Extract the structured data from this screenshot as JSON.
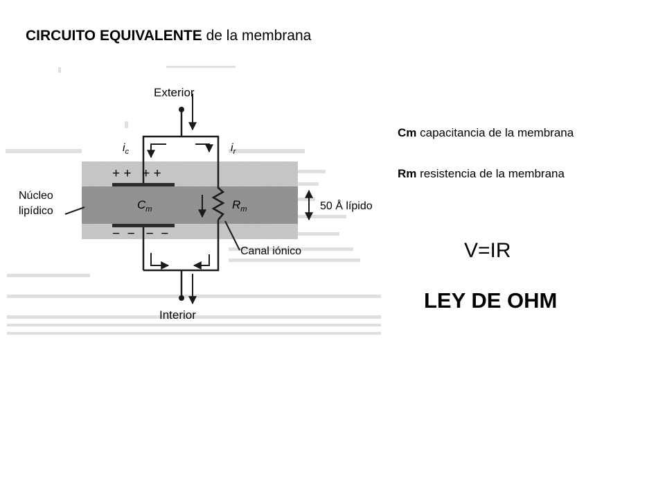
{
  "title": {
    "bold": "CIRCUITO EQUIVALENTE",
    "rest": " de la membrana"
  },
  "diagram": {
    "exterior_label": "Exterior",
    "interior_label": "Interior",
    "ic_label": "i",
    "ic_sub": "c",
    "ir_label": "i",
    "ir_sub": "r",
    "plus_top": "+ +   + +",
    "minus_bottom": "−  −   −  −",
    "cm_label": "C",
    "cm_sub": "m",
    "rm_label": "R",
    "rm_sub": "m",
    "nucleo_line1": "Núcleo",
    "nucleo_line2": "lipídico",
    "thickness_label": "50 Å lípido",
    "channel_label": "Canal iónico",
    "colors": {
      "outer_layer": "#c6c6c6",
      "core_layer": "#8f8f8f",
      "ink": "#1a1a1a"
    }
  },
  "legend": [
    {
      "abbr": "Cm",
      "text": " capacitancia de la membrana"
    },
    {
      "abbr": "Rm",
      "text": " resistencia de la membrana"
    }
  ],
  "formula": "V=IR",
  "law": "LEY DE OHM"
}
